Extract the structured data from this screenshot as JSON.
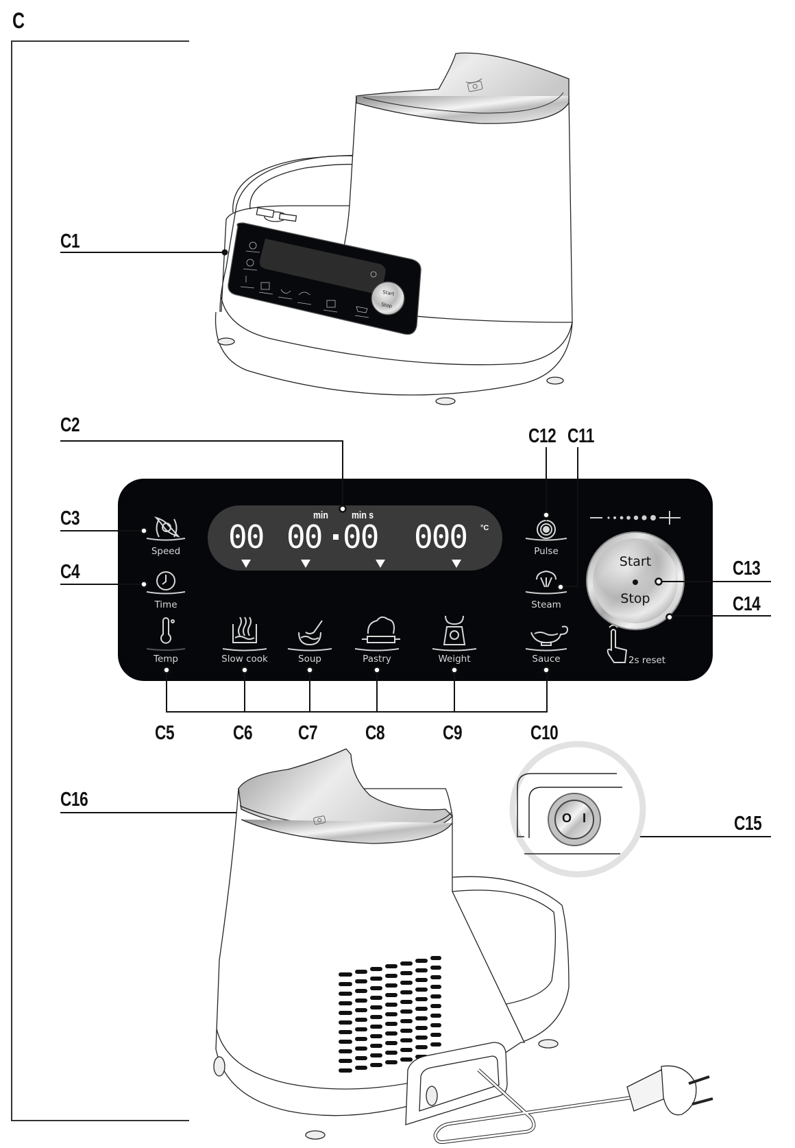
{
  "figure": {
    "section_label": "C",
    "callouts": {
      "C1": "C1",
      "C2": "C2",
      "C3": "C3",
      "C4": "C4",
      "C5": "C5",
      "C6": "C6",
      "C7": "C7",
      "C8": "C8",
      "C9": "C9",
      "C10": "C10",
      "C11": "C11",
      "C12": "C12",
      "C13": "C13",
      "C14": "C14",
      "C15": "C15",
      "C16": "C16"
    }
  },
  "control_panel": {
    "display": {
      "unit_min_1": "min",
      "unit_min_s": "min s",
      "unit_celsius": "°C",
      "speed_digits": "00",
      "time_minutes": "00",
      "time_seconds": "00",
      "temperature_digits": "000"
    },
    "buttons": {
      "speed": "Speed",
      "time": "Time",
      "temp": "Temp",
      "slow_cook": "Slow cook",
      "soup": "Soup",
      "pastry": "Pastry",
      "weight": "Weight",
      "sauce": "Sauce",
      "pulse": "Pulse",
      "steam": "Steam"
    },
    "knob": {
      "start": "Start",
      "stop": "Stop"
    },
    "reset_hint": "2s reset",
    "speed_scale": {
      "minus": "−",
      "plus": "+",
      "steps": 7
    }
  },
  "power_switch": {
    "off_symbol": "O",
    "on_symbol": "I"
  },
  "colors": {
    "panel_bg": "#05070a",
    "display_bg": "#3a3a3a",
    "panel_text": "#d8d8d8",
    "line": "#111111"
  }
}
